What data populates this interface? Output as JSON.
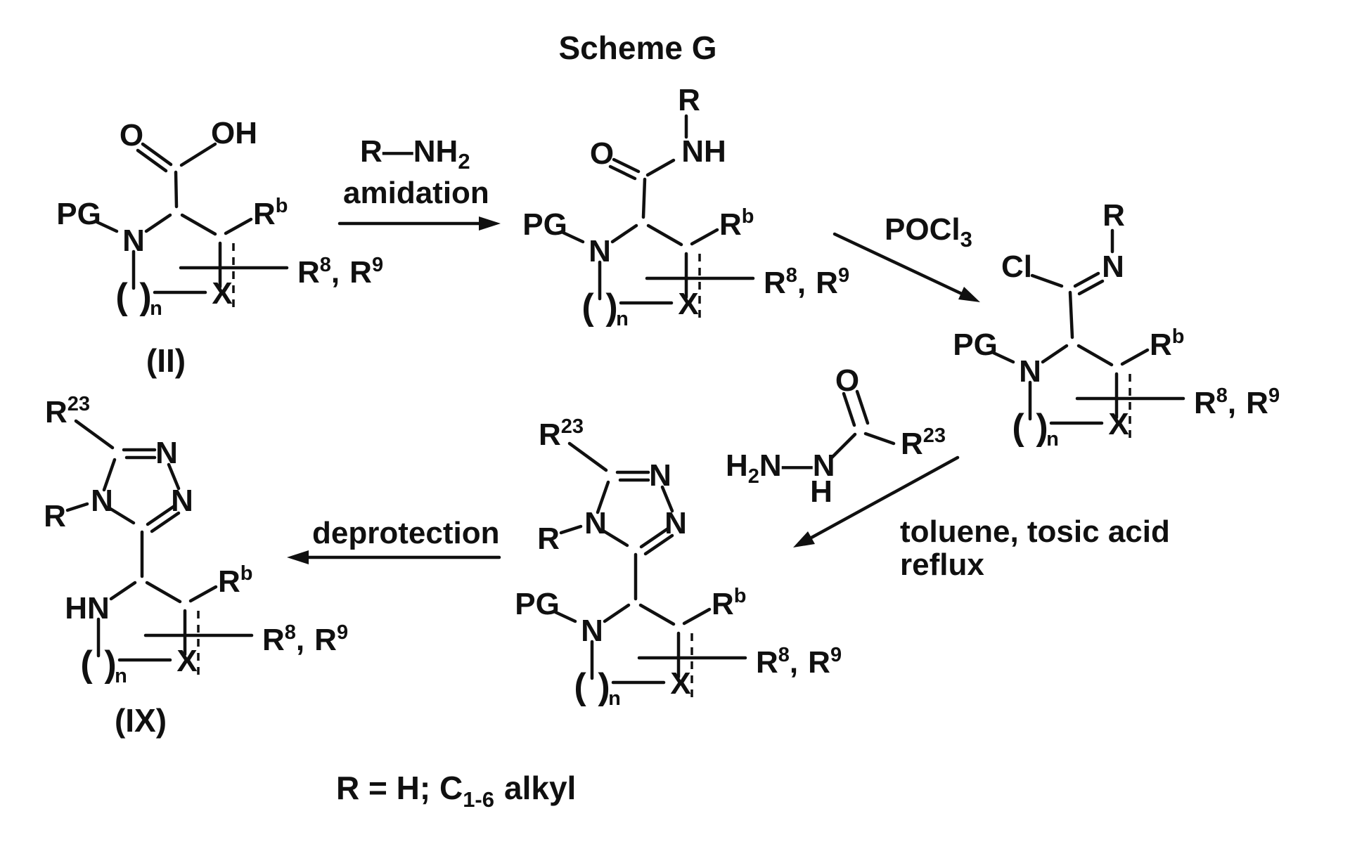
{
  "title": "Scheme G",
  "tokens": {
    "O": "O",
    "OH": "OH",
    "PG": "PG",
    "N": "N",
    "NH": "NH",
    "HN": "HN",
    "H": "H",
    "X": "X",
    "R": "R",
    "Cl": "Cl",
    "paren_open": "(",
    "paren_close": ")",
    "sub_n": "n",
    "sup_b": "b",
    "sup_8": "8",
    "sup_9": "9",
    "sup_23": "23",
    "comma": ","
  },
  "compound_labels": {
    "acid": "(II)",
    "product": "(IX)"
  },
  "steps": {
    "amidation": {
      "reagent": "R—NH",
      "reagent_sub": "2",
      "label": "amidation"
    },
    "chlorination": {
      "reagent": "POCl",
      "reagent_sub": "3"
    },
    "cyclization": {
      "conditions_1": "toluene, tosic acid",
      "conditions_2": "reflux"
    },
    "deprotection": {
      "label": "deprotection"
    }
  },
  "hydrazide": {
    "h": "H",
    "sub_2": "2",
    "n_chain": "N—N",
    "h_lower": "H",
    "o": "O",
    "r": "R",
    "sup_23": "23"
  },
  "footer": {
    "base": "R = H; C",
    "sub": "1-6",
    "suffix": "alkyl"
  }
}
